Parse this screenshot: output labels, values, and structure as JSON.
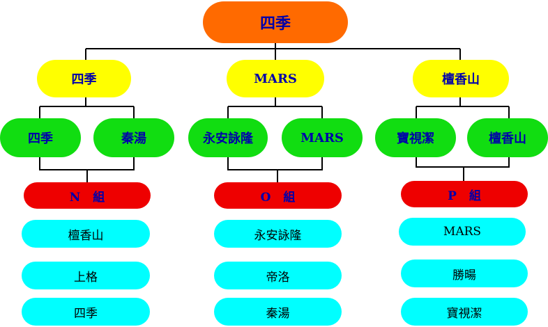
{
  "colors": {
    "root": "#ff6a00",
    "level1": "#ffff00",
    "level2": "#11dd11",
    "group_header": "#ee0000",
    "group_member": "#00ffff",
    "label_text": "#0000aa",
    "connector": "#000000"
  },
  "root": {
    "label": "四季"
  },
  "branches": [
    {
      "label": "四季",
      "children": [
        {
          "label": "四季"
        },
        {
          "label": "秦湯"
        }
      ],
      "group": {
        "label": "N 組",
        "members": [
          "檀香山",
          "上格",
          "四季"
        ]
      }
    },
    {
      "label": "MARS",
      "children": [
        {
          "label": "永安詠隆"
        },
        {
          "label": "MARS"
        }
      ],
      "group": {
        "label": "O 組",
        "members": [
          "永安詠隆",
          "帝洛",
          "秦湯"
        ]
      }
    },
    {
      "label": "檀香山",
      "children": [
        {
          "label": "寶視潔"
        },
        {
          "label": "檀香山"
        }
      ],
      "group": {
        "label": "P 組",
        "members": [
          "MARS",
          "勝暘",
          "寶視潔"
        ]
      }
    }
  ]
}
